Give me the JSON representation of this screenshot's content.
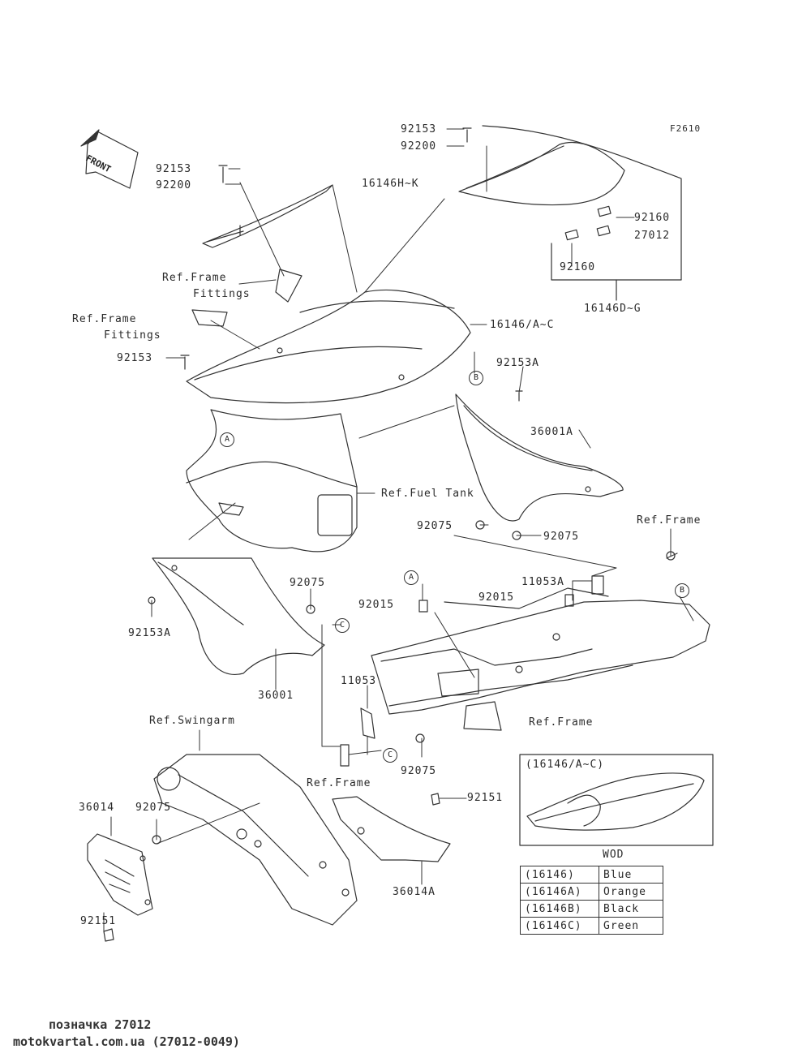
{
  "figure_code": "F2610",
  "front_badge": "FRONT",
  "labels": {
    "p92153_top": "92153",
    "p92200_top": "92200",
    "p92153_left": "92153",
    "p92200_left": "92200",
    "p16146HK": "16146H~K",
    "p92160_a": "92160",
    "p27012": "27012",
    "p92160_b": "92160",
    "p16146DG": "16146D~G",
    "ref_frame_fittings_1": "Ref.Frame",
    "fittings_1": "Fittings",
    "ref_frame_fittings_2": "Ref.Frame",
    "fittings_2": "Fittings",
    "p16146AC": "16146/A~C",
    "p92153_mid": "92153",
    "p92153A_top": "92153A",
    "p36001A": "36001A",
    "ref_fuel_tank": "Ref.Fuel Tank",
    "p92075_a": "92075",
    "p92075_b": "92075",
    "ref_frame_top": "Ref.Frame",
    "p11053A": "11053A",
    "p92015_a": "92015",
    "p92015_b": "92015",
    "p92075_c": "92075",
    "p92153A_left": "92153A",
    "p36001": "36001",
    "p11053": "11053",
    "ref_frame_mid": "Ref.Frame",
    "ref_swingarm": "Ref.Swingarm",
    "p92075_d": "92075",
    "ref_frame_low": "Ref.Frame",
    "p92151_right": "92151",
    "p36014": "36014",
    "p92075_e": "92075",
    "p92151_left": "92151",
    "p36014A": "36014A"
  },
  "circle_refs": {
    "a_left": "A",
    "b_right": "B",
    "c_mid": "C",
    "a_top": "A",
    "b_frame": "B",
    "c_low": "C"
  },
  "inset": {
    "title": "(16146/A~C)",
    "table_title": "WOD",
    "rows": [
      {
        "part": "(16146)",
        "color": "Blue"
      },
      {
        "part": "(16146A)",
        "color": "Orange"
      },
      {
        "part": "(16146B)",
        "color": "Black"
      },
      {
        "part": "(16146C)",
        "color": "Green"
      }
    ]
  },
  "footer": {
    "line1": "позначка 27012",
    "line2": "motokvartal.com.ua (27012-0049)"
  }
}
